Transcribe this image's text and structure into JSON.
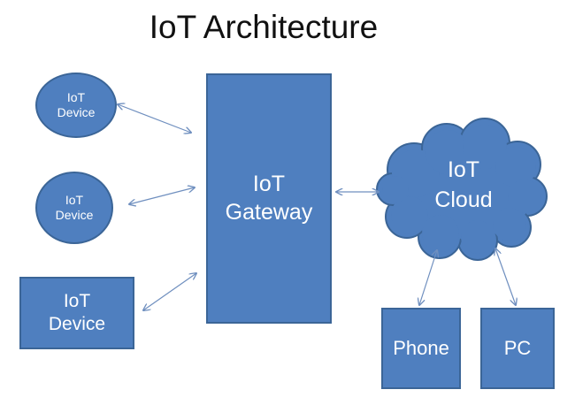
{
  "title": "IoT Architecture",
  "nodes": {
    "device_1": "IoT\nDevice",
    "device_2": "IoT\nDevice",
    "device_3": "IoT\nDevice",
    "gateway": "IoT\nGateway",
    "cloud": "IoT\nCloud",
    "phone": "Phone",
    "pc": "PC"
  },
  "colors": {
    "node_fill": "#4f7fbf",
    "node_border": "#3b6597",
    "arrow": "#6f8fbf"
  }
}
